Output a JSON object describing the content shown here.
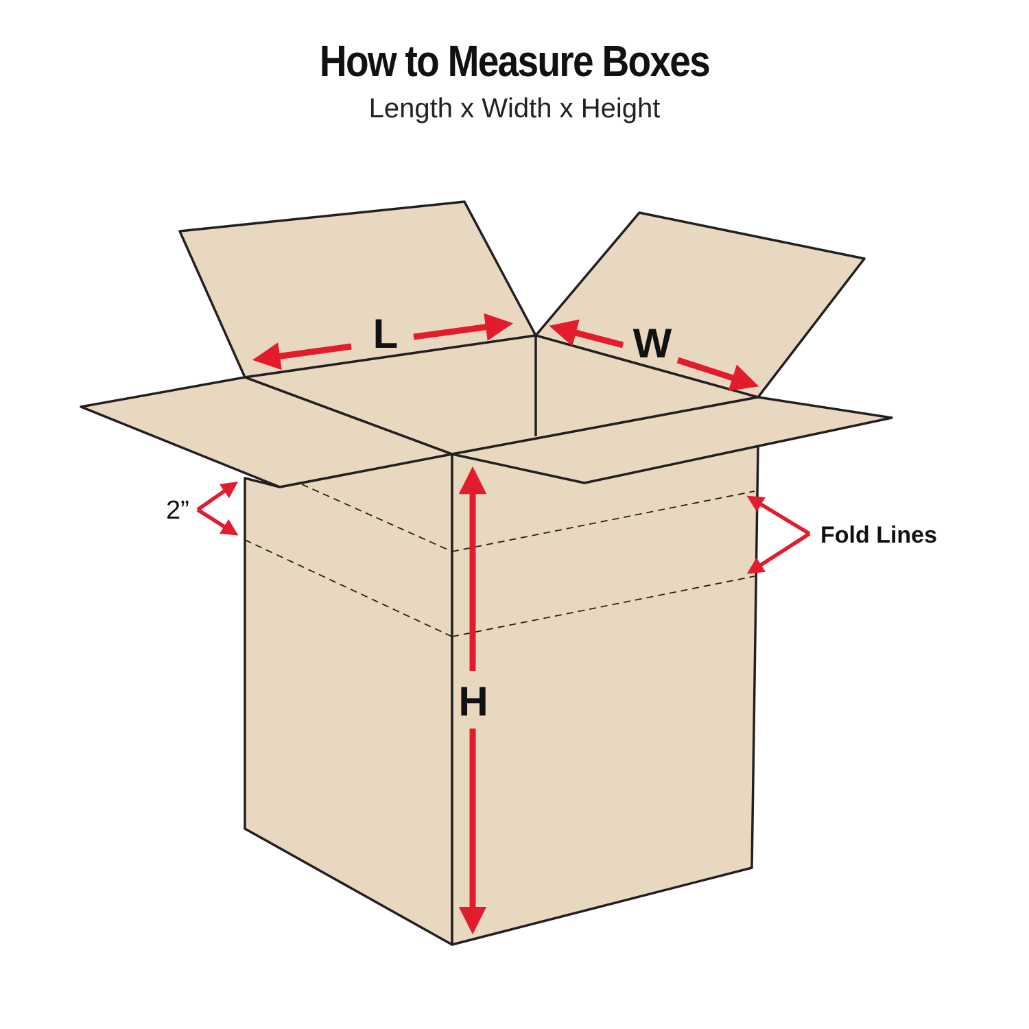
{
  "header": {
    "title": "How to Measure Boxes",
    "subtitle": "Length x Width x Height"
  },
  "labels": {
    "length": "L",
    "width": "W",
    "height": "H",
    "flap_depth": "2”",
    "fold_lines": "Fold Lines"
  },
  "colors": {
    "cardboard": "#e8d8c0",
    "outline": "#231f20",
    "arrow": "#e21b2d",
    "text": "#111111"
  }
}
